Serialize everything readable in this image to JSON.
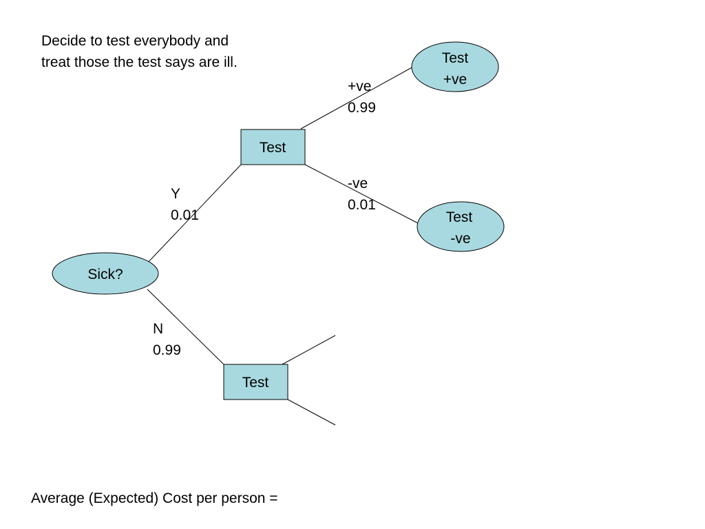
{
  "intro": {
    "line1": "Decide to test everybody and",
    "line2": "treat those the test says are ill."
  },
  "nodes": {
    "sick": {
      "label": "Sick?"
    },
    "test_top": {
      "label": "Test"
    },
    "test_bottom": {
      "label": "Test"
    },
    "test_pos": {
      "line1": "Test",
      "line2": "+ve"
    },
    "test_neg": {
      "line1": "Test",
      "line2": "-ve"
    }
  },
  "branches": {
    "yes": {
      "label": "Y",
      "prob": "0.01"
    },
    "no": {
      "label": "N",
      "prob": "0.99"
    },
    "pos": {
      "label": "+ve",
      "prob": "0.99"
    },
    "neg": {
      "label": "-ve",
      "prob": "0.01"
    }
  },
  "footer": {
    "text": "Average (Expected) Cost per person ="
  },
  "colors": {
    "node_fill": "#a9d9e0",
    "stroke": "#000000"
  }
}
